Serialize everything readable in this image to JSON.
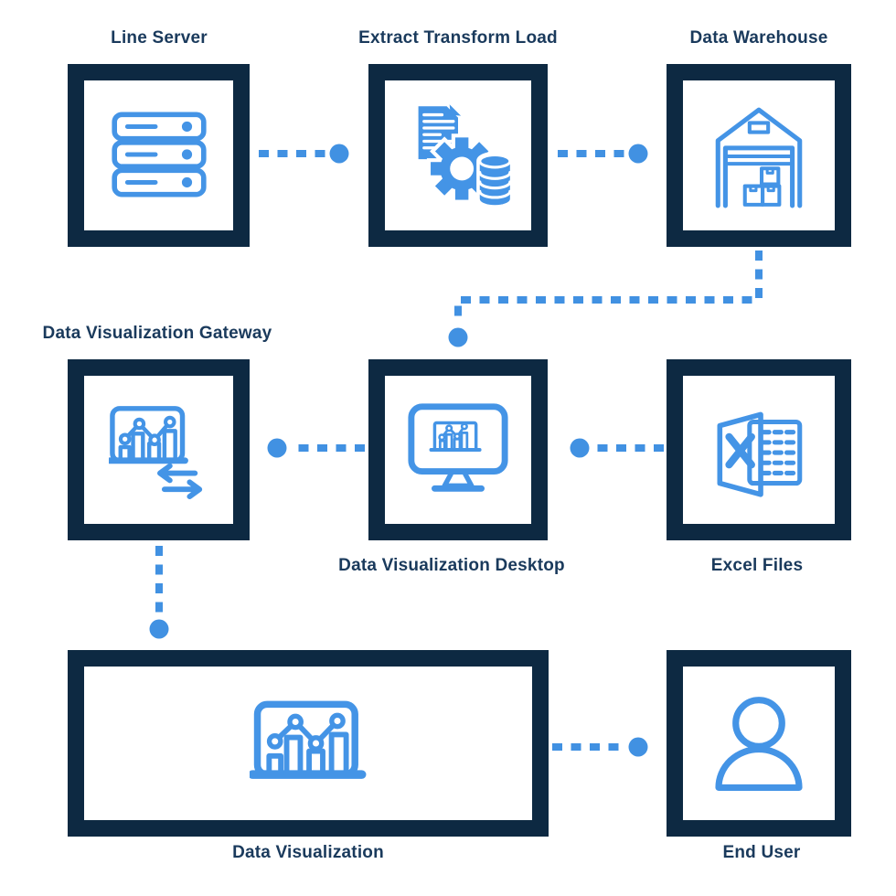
{
  "diagram": {
    "colors": {
      "background": "#ffffff",
      "box_border": "#0d2942",
      "box_fill": "#ffffff",
      "icon_blue": "#4494e6",
      "connector_blue": "#4191e2",
      "label_navy": "#1a3a5c"
    },
    "nodes": [
      {
        "id": "line-server",
        "label": "Line Server",
        "icon": "server-icon",
        "label_position": "top"
      },
      {
        "id": "extract-transform-load",
        "label": "Extract Transform Load",
        "icon": "etl-document-gear-database-icon",
        "label_position": "top"
      },
      {
        "id": "data-warehouse",
        "label": "Data Warehouse",
        "icon": "warehouse-icon",
        "label_position": "top"
      },
      {
        "id": "data-visualization-gateway",
        "label": "Data Visualization Gateway",
        "icon": "chart-sync-arrows-icon",
        "label_position": "top"
      },
      {
        "id": "data-visualization-desktop",
        "label": "Data Visualization Desktop",
        "icon": "monitor-chart-icon",
        "label_position": "bottom"
      },
      {
        "id": "excel-files",
        "label": "Excel Files",
        "icon": "excel-spreadsheet-icon",
        "label_position": "bottom"
      },
      {
        "id": "data-visualization",
        "label": "Data Visualization",
        "icon": "chart-board-icon",
        "label_position": "bottom"
      },
      {
        "id": "end-user",
        "label": "End User",
        "icon": "person-icon",
        "label_position": "bottom"
      }
    ],
    "connections": [
      {
        "from": "line-server",
        "to": "extract-transform-load",
        "style": "dashed-line-with-dot-terminus"
      },
      {
        "from": "extract-transform-load",
        "to": "data-warehouse",
        "style": "dashed-line-with-dot-terminus"
      },
      {
        "from": "data-warehouse",
        "to": "data-visualization-desktop",
        "style": "dashed-line-with-dot-terminus"
      },
      {
        "from": "data-visualization-desktop",
        "to": "data-visualization-gateway",
        "style": "dashed-line-with-dot-terminus"
      },
      {
        "from": "excel-files",
        "to": "data-visualization-desktop",
        "style": "dashed-line-with-dot-terminus"
      },
      {
        "from": "data-visualization-gateway",
        "to": "data-visualization",
        "style": "dashed-line-with-dot-terminus"
      },
      {
        "from": "data-visualization",
        "to": "end-user",
        "style": "dashed-line-with-dot-terminus"
      }
    ]
  }
}
